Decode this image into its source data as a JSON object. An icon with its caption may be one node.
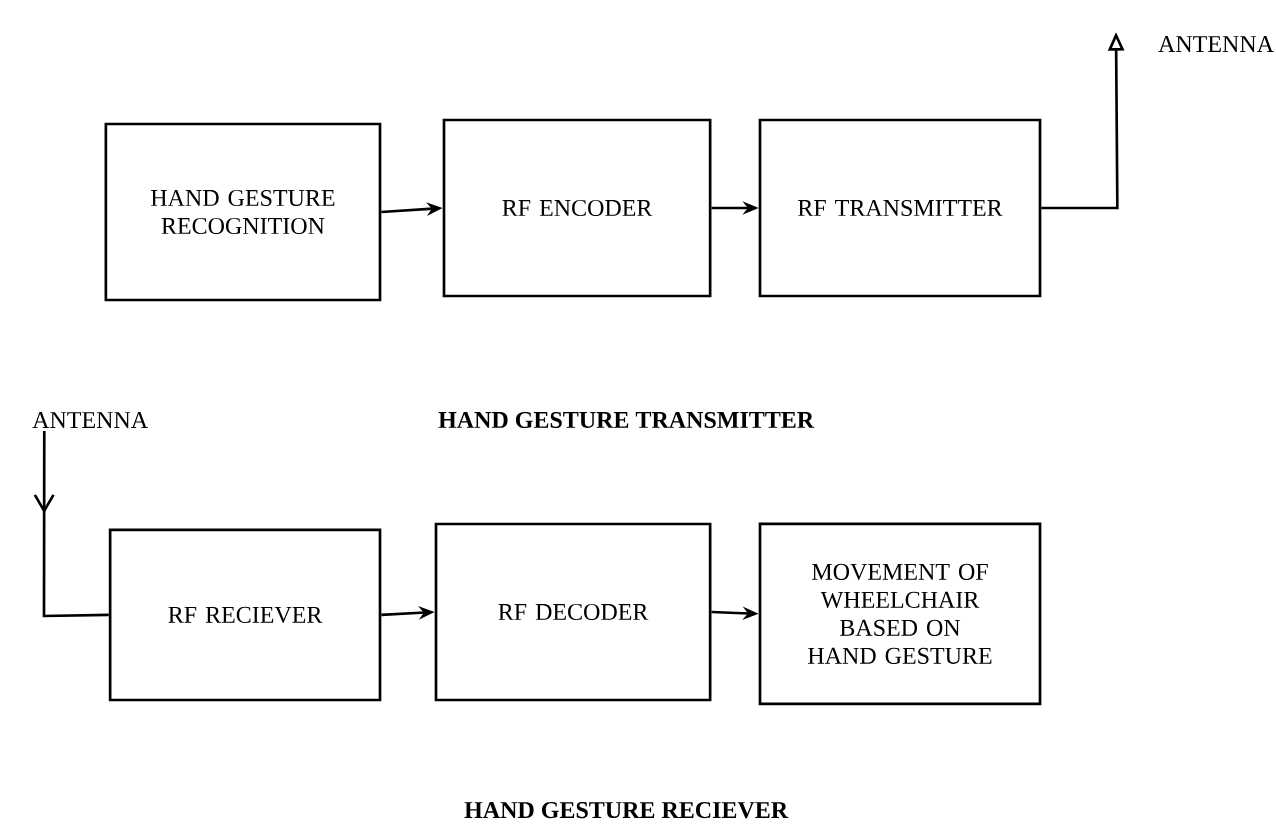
{
  "diagram": {
    "nodes": [
      {
        "text": [
          "HAND GESTURE RECOGNITION"
        ]
      },
      {
        "text": [
          "RF ENCODER"
        ]
      },
      {
        "text": [
          "RF TRANSMITTER"
        ]
      },
      {
        "text": [
          "ANTENNA"
        ]
      },
      {
        "text": [
          "ANTENNA"
        ]
      },
      {
        "text": [
          "RF RECIEVER"
        ]
      },
      {
        "text": [
          "RF DECODER"
        ]
      },
      {
        "text": [
          "MOVEMENT OF WHEELCHAIR BASED ON HAND GESTURE"
        ]
      }
    ],
    "edges": [
      {
        "from": 0,
        "to": 1,
        "arrow": "to"
      },
      {
        "from": 1,
        "to": 2,
        "arrow": "to"
      },
      {
        "from": 2,
        "to": 3,
        "arrow": "to"
      },
      {
        "from": 4,
        "to": 5,
        "arrow": "to"
      },
      {
        "from": 5,
        "to": 6,
        "arrow": "to"
      },
      {
        "from": 6,
        "to": 7,
        "arrow": "to"
      }
    ],
    "labels": [
      "HAND GESTURE TRANSMITTER",
      "HAND GESTURE RECIEVER"
    ]
  }
}
